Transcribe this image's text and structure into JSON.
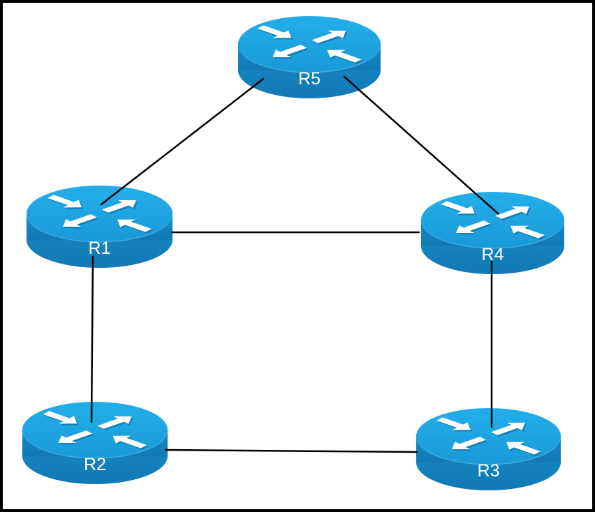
{
  "diagram": {
    "type": "network-topology",
    "device_type": "router",
    "icon": "cisco-router-icon",
    "colors": {
      "router_top": "#1ea6e3",
      "router_side": "#1484c0",
      "router_side_dark": "#0f6fa6",
      "arrow": "#ffffff",
      "link": "#000000",
      "border": "#000000",
      "label": "#ffffff"
    },
    "nodes": [
      {
        "id": "R5",
        "label": "R5"
      },
      {
        "id": "R1",
        "label": "R1"
      },
      {
        "id": "R4",
        "label": "R4"
      },
      {
        "id": "R2",
        "label": "R2"
      },
      {
        "id": "R3",
        "label": "R3"
      }
    ],
    "links": [
      {
        "from": "R5",
        "to": "R1"
      },
      {
        "from": "R5",
        "to": "R4"
      },
      {
        "from": "R1",
        "to": "R4"
      },
      {
        "from": "R1",
        "to": "R2"
      },
      {
        "from": "R4",
        "to": "R3"
      },
      {
        "from": "R2",
        "to": "R3"
      }
    ]
  }
}
